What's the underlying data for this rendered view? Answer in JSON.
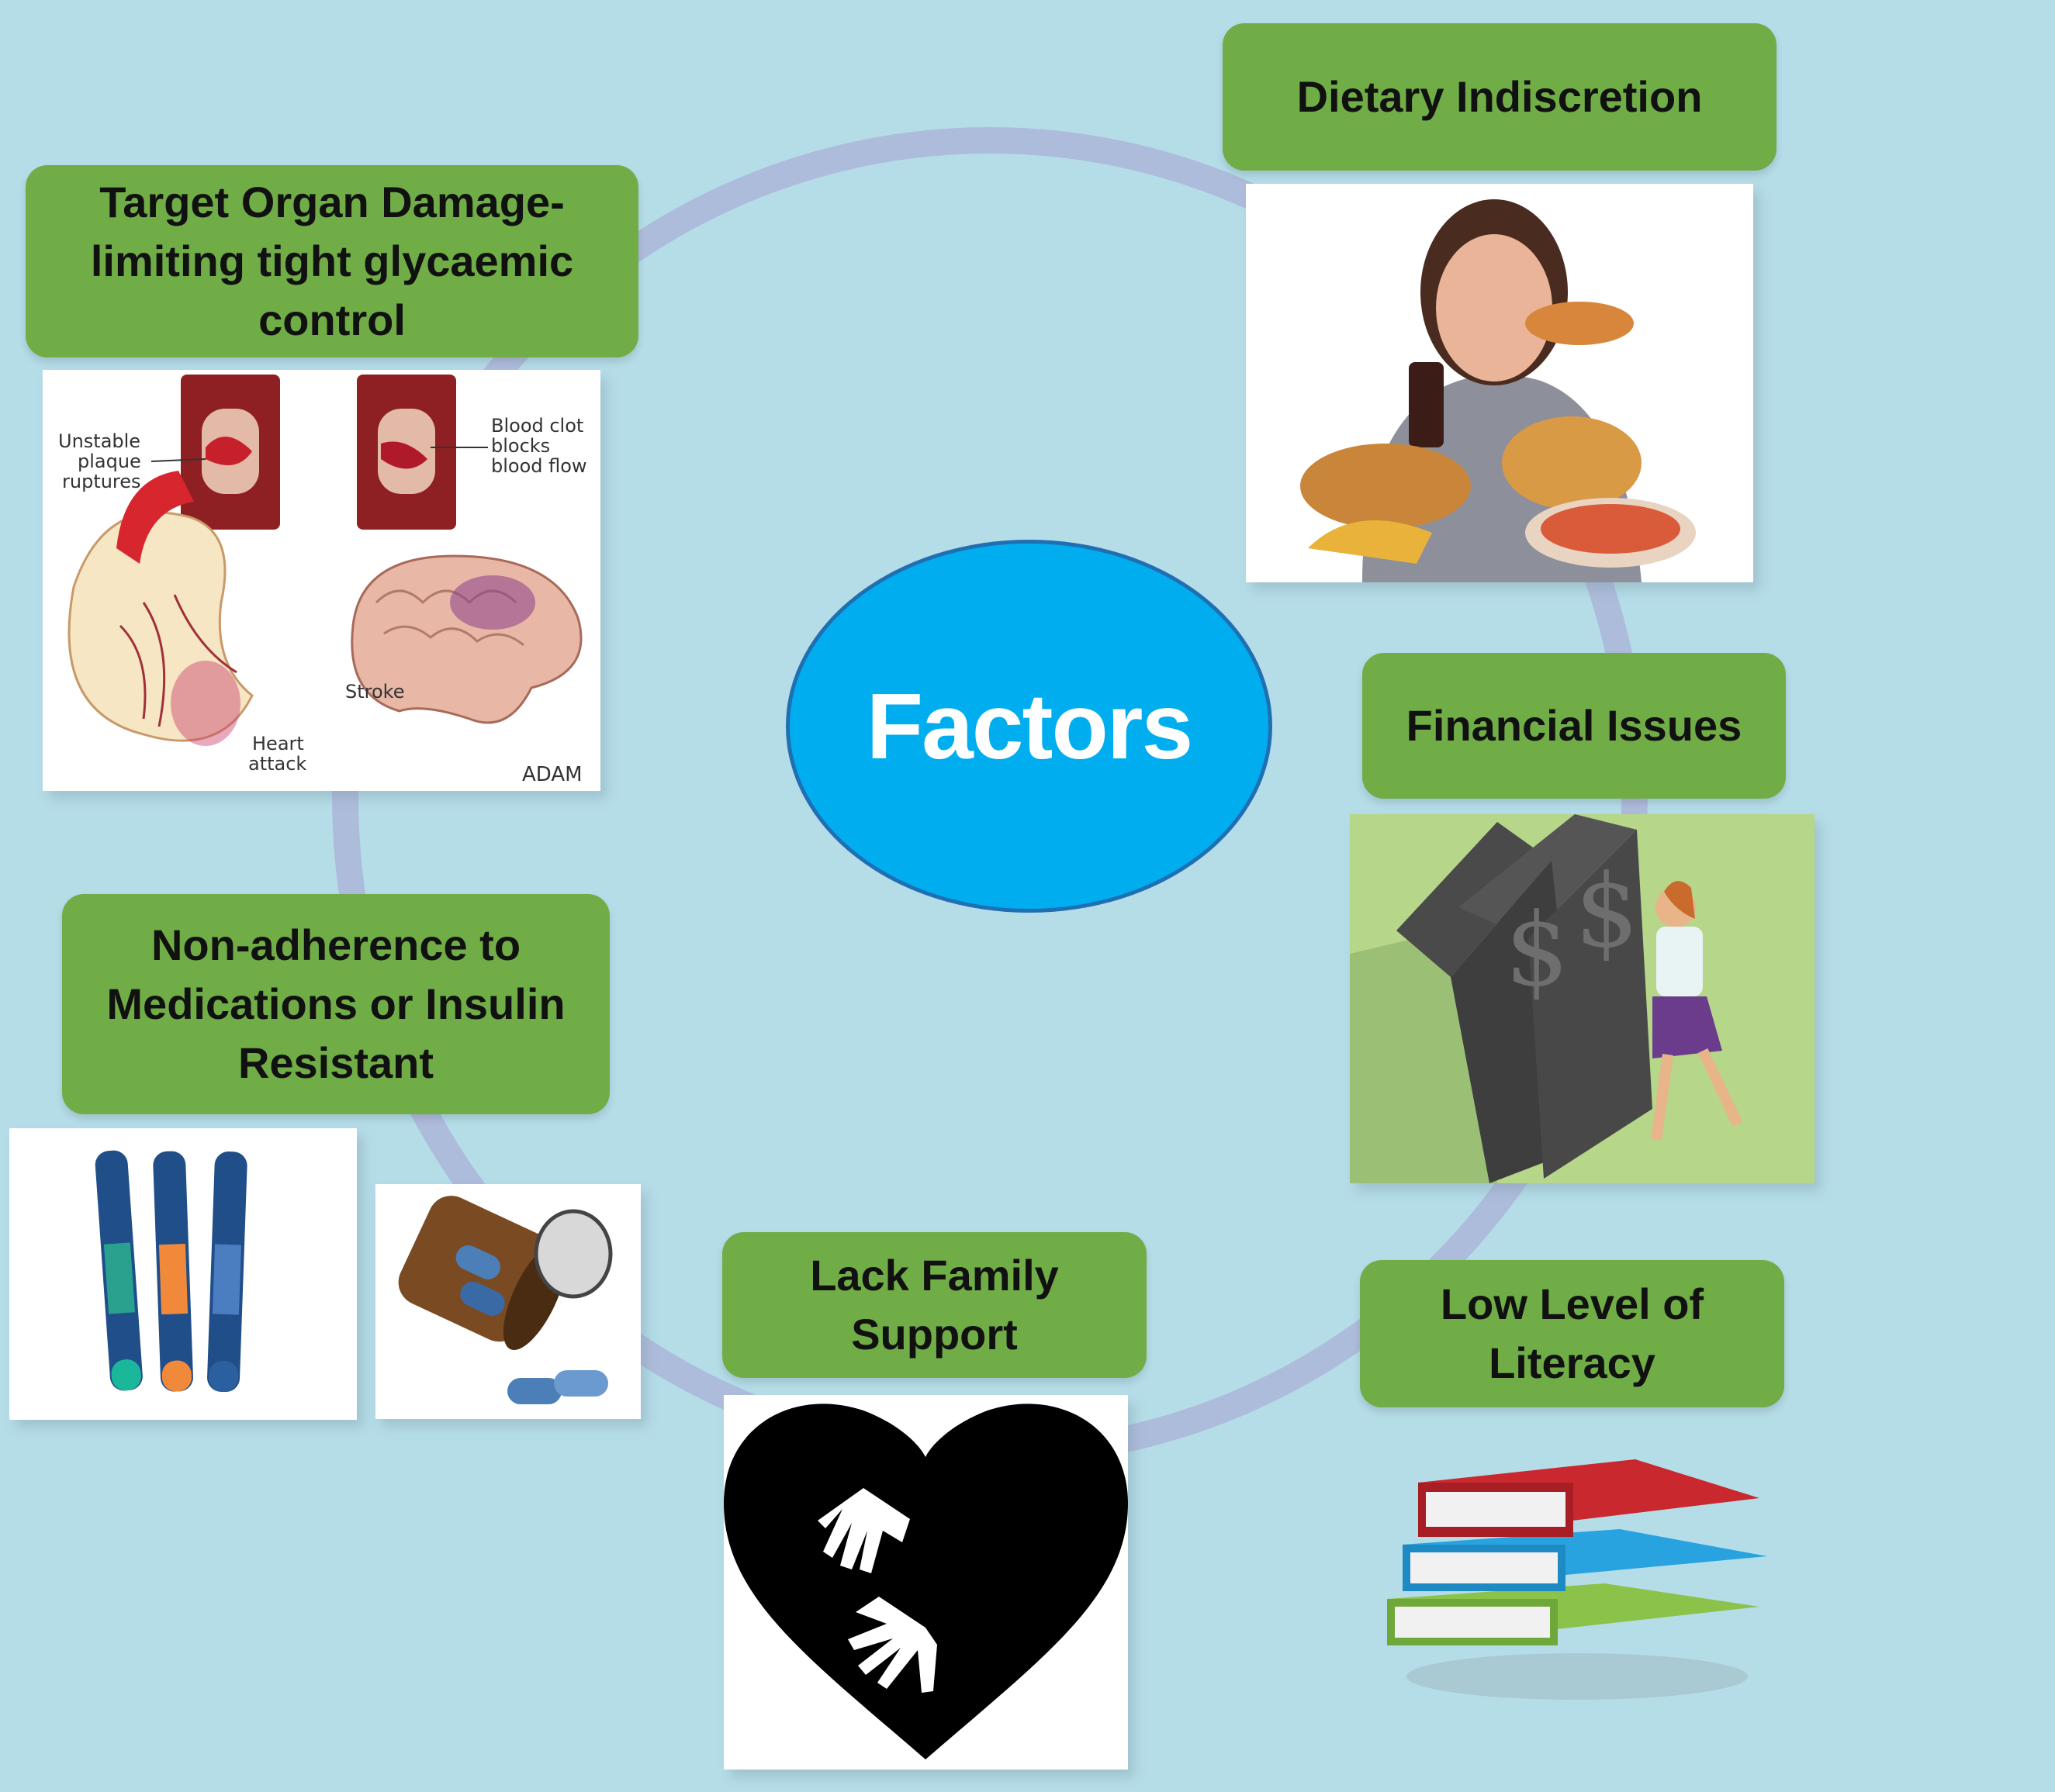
{
  "center": {
    "label": "Factors"
  },
  "factors": {
    "target_organ": {
      "label": "Target Organ Damage-limiting tight glycaemic control",
      "image": "heart-brain-illustration"
    },
    "dietary": {
      "label": "Dietary Indiscretion",
      "image": "overeating-photo"
    },
    "financial": {
      "label": "Financial Issues",
      "image": "falling-dollar-illustration"
    },
    "non_adherence": {
      "label": "Non-adherence to Medications or Insulin Resistant",
      "image": "insulin-pens-and-pills"
    },
    "family": {
      "label": "Lack Family Support",
      "image": "heart-hands-icon"
    },
    "literacy": {
      "label": "Low Level of Literacy",
      "image": "books-stack-icon"
    }
  },
  "illustration": {
    "unstable_plaque": "Unstable plaque ruptures",
    "blood_clot": "Blood clot blocks blood flow",
    "stroke": "Stroke",
    "heart_attack": "Heart attack",
    "credit": "ADAM"
  },
  "colors": {
    "background": "#b5dde8",
    "ring": "#aebcdc",
    "center": "#00aeef",
    "label": "#70ad47"
  }
}
